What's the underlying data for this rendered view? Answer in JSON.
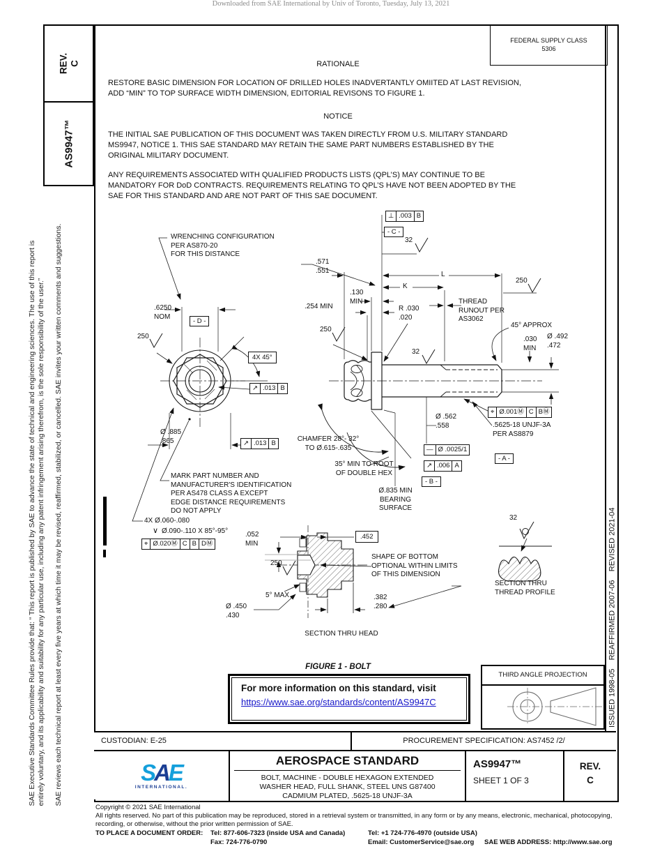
{
  "watermark": "Downloaded from SAE International by Univ of Toronto, Tuesday, July 13, 2021",
  "left_sidebar": {
    "rev_box": "REV.\nC",
    "doc_number_box": "AS9947™",
    "legal_line1": "SAE Executive Standards Committee Rules provide that: “ This report is published by SAE to advance the state of technical and engineering sciences. The use of this report is",
    "legal_line2": "entirely voluntary, and its applicability and suitability for any particular use, including any patent infringement arising therefrom, is the sole responsibility of the user.”",
    "legal_line3": "SAE reviews each technical report at least every five years at which time it may be revised, reaffirmed, stabilized, or cancelled. SAE invites your written comments and suggestions."
  },
  "right_sidebar": {
    "history": "ISSUED 1998-05    REAFFIRMED 2007-06    REVISED 2021-04"
  },
  "header": {
    "federal_supply_class_label": "FEDERAL SUPPLY CLASS",
    "federal_supply_class_value": "5306",
    "rationale_title": "RATIONALE",
    "rationale_text": "RESTORE BASIC DIMENSION FOR LOCATION OF DRILLED HOLES INADVERTANTLY OMIITED AT LAST REVISION,\nADD “MIN” TO TOP SURFACE WIDTH DIMENSION, EDITORIAL REVISONS TO FIGURE 1.",
    "notice_title": "NOTICE",
    "notice_p1": "THE INITIAL SAE PUBLICATION OF THIS DOCUMENT WAS TAKEN DIRECTLY FROM U.S. MILITARY STANDARD\nMS9947, NOTICE 1. THIS SAE STANDARD MAY RETAIN THE SAME PART NUMBERS ESTABLISHED BY THE\nORIGINAL MILITARY DOCUMENT.",
    "notice_p2": "ANY REQUIREMENTS ASSOCIATED WITH QUALIFIED PRODUCTS LISTS (QPL’S) MAY CONTINUE TO BE\nMANDATORY FOR DoD CONTRACTS. REQUIREMENTS RELATING TO QPL’S HAVE NOT BEEN ADOPTED BY THE\nSAE FOR THIS STANDARD AND ARE NOT PART OF THIS SAE DOCUMENT."
  },
  "figure": {
    "caption": "FIGURE 1 - BOLT",
    "finish_250": "250",
    "finish_32": "32",
    "callouts": {
      "wrenching": "WRENCHING CONFIGURATION\nPER AS870-20\nFOR THIS DISTANCE",
      "dia_6250": ".6250\nNOM",
      "datum_d": "- D -",
      "angle_4x45": "4X 45°",
      "dim_885": "Ø .885\n   .865",
      "mark_note": "MARK PART NUMBER AND\nMANUFACTURER'S IDENTIFICATION\nPER AS478 CLASS A EXCEPT\nEDGE DISTANCE REQUIREMENTS\nDO NOT APPLY",
      "holes_line1": "4X Ø.060-.080",
      "holes_csk_sym": "∨",
      "holes_line2": "Ø.090-.110 X 85°-95°",
      "dim_571": ".571\n.551",
      "datum_c": "- C -",
      "dim_130": ".130\nMIN",
      "dim_254": ".254 MIN",
      "dim_L": "L",
      "dim_K": "K",
      "thread_runout": "THREAD\nRUNOUT PER\nAS3062",
      "angle_45": "45° APPROX",
      "dim_030": ".030\nMIN",
      "dim_492": "Ø .492\n   .472",
      "radius_030": "R .030\n    .020",
      "dim_562": "Ø .562\n   .558",
      "thread_spec": ".5625-18 UNJF-3A\nPER AS8879",
      "datum_a": "- A -",
      "datum_b": "- B -",
      "chamfer_note": "CHAMFER 28°- 32°\nTO Ø.615-.635",
      "hex_root_note": "35° MIN TO ROOT\nOF DOUBLE HEX",
      "bearing_note": "Ø.835 MIN\nBEARING\nSURFACE",
      "dim_452": ".452",
      "dim_052": ".052\nMIN",
      "angle_5max": "5° MAX",
      "dim_450": "Ø .450\n   .430",
      "shape_note": "SHAPE OF BOTTOM\nOPTIONAL WITHIN LIMITS\nOF THIS DIMENSION",
      "dim_382": ".382\n.280",
      "section_head": "SECTION THRU HEAD",
      "section_thread": "SECTION THRU\nTHREAD PROFILE"
    },
    "fcf": {
      "runout_013": {
        "sym": "↗",
        "val": ".013",
        "datum": "B"
      },
      "perp_003": {
        "sym": "⊥",
        "val": ".003",
        "datum": "B"
      },
      "runout_006": {
        "sym": "↗",
        "val": ".006",
        "datum": "A"
      },
      "straightness": {
        "sym": "—",
        "val": "Ø .0025/1"
      },
      "pos_001": {
        "sym": "⌖",
        "val": "Ø.001Ⓜ",
        "d1": "C",
        "d2": "BⓂ"
      },
      "pos_020": {
        "sym": "⌖",
        "val": "Ø.020Ⓜ",
        "d1": "C",
        "d2": "B",
        "d3": "DⓂ"
      }
    }
  },
  "info_box": {
    "text": "For more information on this standard, visit",
    "link": "https://www.sae.org/standards/content/AS9947C"
  },
  "projection_box": {
    "title": "THIRD ANGLE PROJECTION"
  },
  "title_block": {
    "custodian": "CUSTODIAN: E-25",
    "procurement": "PROCUREMENT SPECIFICATION: AS7452 /2/",
    "logo_s": "S",
    "logo_a": "A",
    "logo_e": "E",
    "logo_sub": "INTERNATIONAL.",
    "doc_type": "AEROSPACE STANDARD",
    "subtitle": "BOLT, MACHINE - DOUBLE HEXAGON EXTENDED\nWASHER HEAD, FULL SHANK, STEEL UNS G87400\nCADMIUM PLATED, .5625-18 UNJF-3A",
    "doc_number": "AS9947™",
    "sheet": "SHEET 1 OF 3",
    "rev": "REV.\nC"
  },
  "footer": {
    "copyright": "Copyright © 2021 SAE International",
    "rights": "All rights reserved. No part of this publication may be reproduced, stored in a retrieval system or transmitted, in any form or by any means, electronic, mechanical, photocopying,\nrecording, or otherwise, without the prior written permission of SAE.",
    "order_label": "TO PLACE A DOCUMENT ORDER:",
    "tel_inside": "Tel: 877-606-7323 (inside USA and Canada)",
    "tel_outside": "Tel: +1 724-776-4970 (outside USA)",
    "fax": "Fax: 724-776-0790",
    "email": "Email: CustomerService@sae.org",
    "web": "SAE WEB ADDRESS: http://www.sae.org"
  },
  "colors": {
    "sae_light_blue": "#149fdb",
    "sae_dark_blue": "#1b3e94",
    "link_blue": "#1515c9"
  }
}
